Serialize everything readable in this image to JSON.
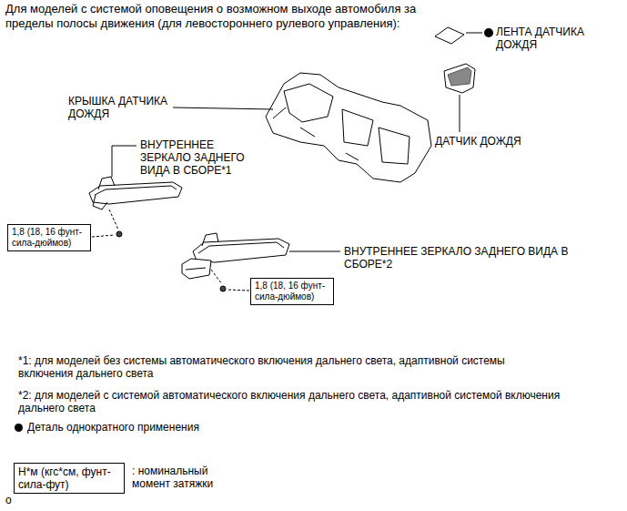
{
  "diagram": {
    "title": "Для моделей с системой оповещения о возможном выходе автомобиля за пределы полосы движения (для левостороннего рулевого управления):",
    "nodes": [
      {
        "text": [
          "1,8 (18, 16 фунт-сила-дюймов)"
        ]
      },
      {
        "text": [
          "1,8 (18, 16 фунт-сила-дюймов)"
        ]
      },
      {
        "text": [
          "Н*м (кгс*см, фунт-сила-фут)"
        ]
      }
    ],
    "edges": [],
    "labels": [
      "ЛЕНТА ДАТЧИКА ДОЖДЯ",
      "КРЫШКА ДАТЧИКА ДОЖДЯ",
      "ДАТЧИК ДОЖДЯ",
      "ВНУТРЕННЕЕ ЗЕРКАЛО ЗАДНЕГО ВИДА В СБОРЕ*1",
      "ВНУТРЕННЕЕ ЗЕРКАЛО ЗАДНЕГО ВИДА В СБОРЕ*2",
      "*1: для моделей без системы автоматического включения дальнего света, адаптивной системы включения дальнего света",
      "*2: для моделей с системой автоматического включения дальнего света, адаптивной системой включения дальнего света",
      ": номинальный момент затяжки",
      "о"
    ],
    "legend": [
      {
        "text": "Деталь однократного применения",
        "color": "#000000"
      }
    ]
  }
}
